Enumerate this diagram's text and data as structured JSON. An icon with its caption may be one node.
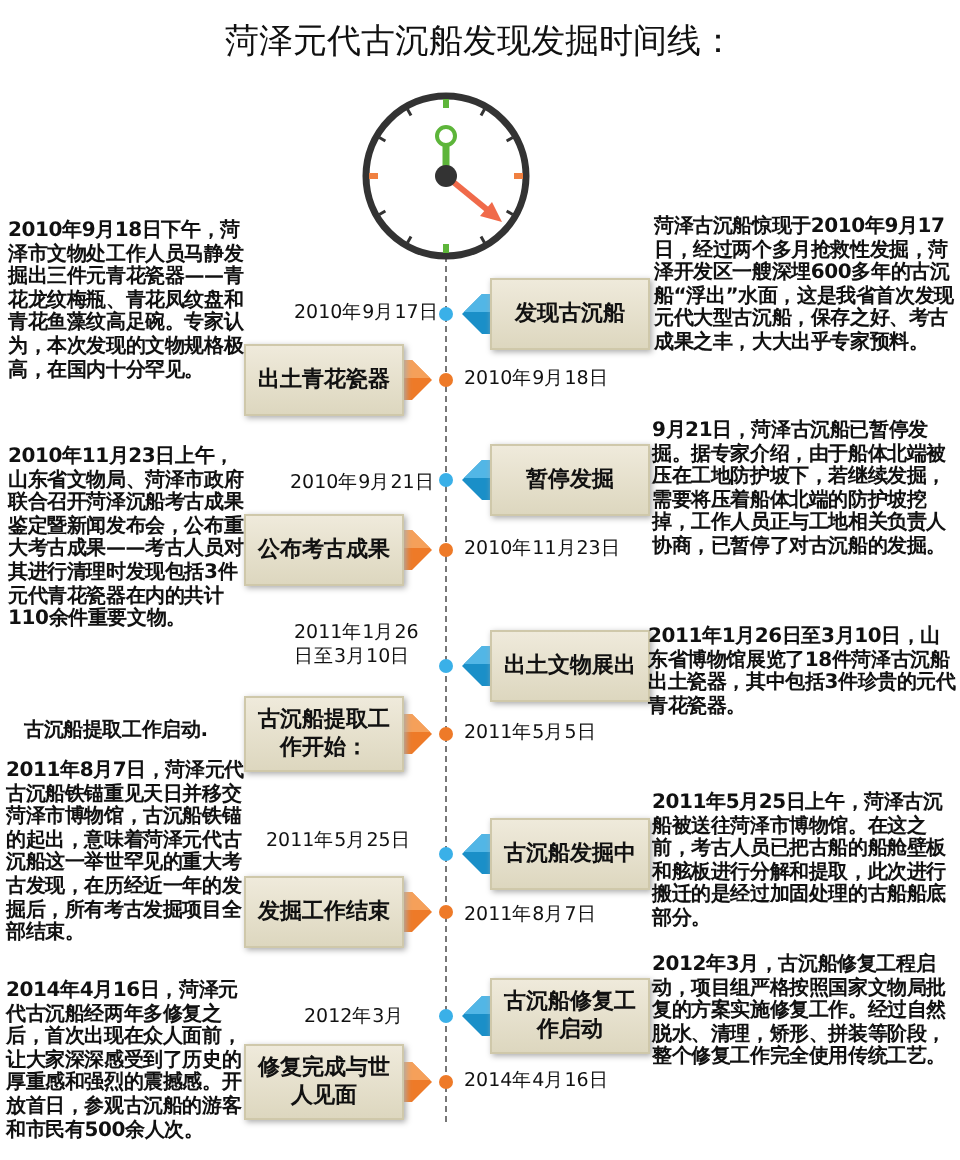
{
  "diagram": {
    "title": "菏泽元代古沉船发现发掘时间线：",
    "nodes": [
      {
        "text": [
          "发现古沉船"
        ]
      },
      {
        "text": [
          "出土青花瓷器"
        ]
      },
      {
        "text": [
          "暂停发掘"
        ]
      },
      {
        "text": [
          "公布考古成果"
        ]
      },
      {
        "text": [
          "出土文物展出"
        ]
      },
      {
        "text": [
          "古沉船提取工作开始："
        ]
      },
      {
        "text": [
          "古沉船发掘中"
        ]
      },
      {
        "text": [
          "发掘工作结束"
        ]
      },
      {
        "text": [
          "古沉船修复工作启动"
        ]
      },
      {
        "text": [
          "修复完成与世人见面"
        ]
      }
    ],
    "edges": [],
    "labels": [
      "菏泽古沉船惊现于2010年9月17日，经过两个多月抢救性发掘，菏泽开发区一艘深埋600多年的古沉船“浮出”水面，这是我省首次发现元代大型古沉船，保存之好、考古成果之丰，大大出乎专家预料。",
      "2010年9月18日下午，菏泽市文物处工作人员马静发掘出三件元青花瓷器——青花龙纹梅瓶、青花凤纹盘和青花鱼藻纹高足碗。专家认为，本次发现的文物规格极高，在国内十分罕见。",
      "2010年9月17日",
      "2010年9月18日",
      "9月21日，菏泽古沉船已暂停发掘。据专家介绍，由于船体北端被压在工地防护坡下，若继续发掘，需要将压着船体北端的防护坡挖掉，工作人员正与工地相关负责人协商，已暂停了对古沉船的发掘。",
      "2010年11月23日上午，山东省文物局、菏泽市政府联合召开菏泽沉船考古成果鉴定暨新闻发布会，公布重大考古成果——考古人员对其进行清理时发现包括3件元代青花瓷器在内的共计110余件重要文物。",
      "2010年9月21日",
      "2010年11月23日",
      "2011年1月26日至3月10日",
      "2011年1月26日至3月10日，山东省博物馆展览了18件菏泽古沉船出土瓷器，其中包括3件珍贵的元代青花瓷器。",
      "古沉船提取工作启动.",
      "2011年5月5日",
      "2011年8月7日，菏泽元代古沉船铁锚重见天日并移交菏泽市博物馆，古沉船铁锚的起出，意味着菏泽元代古沉船这一举世罕见的重大考古发现，在历经近一年的发掘后，所有考古发掘项目全部结束。",
      "2011年5月25日上午，菏泽古沉船被送往菏泽市博物馆。在这之前，考古人员已把古船的船舱壁板和舷板进行分解和提取，此次进行搬迁的是经过加固处理的古船船底部分。",
      "2011年5月25日",
      "2011年8月7日",
      "2012年3月，古沉船修复工程启动，项目组严格按照国家文物局批复的方案实施修复工作。经过自然脱水、清理，矫形、拼装等阶段，整个修复工作完全使用传统工艺。",
      "2014年4月16日，菏泽元代古沉船经两年多修复之后，首次出现在众人面前，让大家深深感受到了历史的厚重感和强烈的震撼感。开放首日，参观古沉船的游客和市民有500余人次。",
      "2012年3月",
      "2014年4月16日"
    ]
  }
}
